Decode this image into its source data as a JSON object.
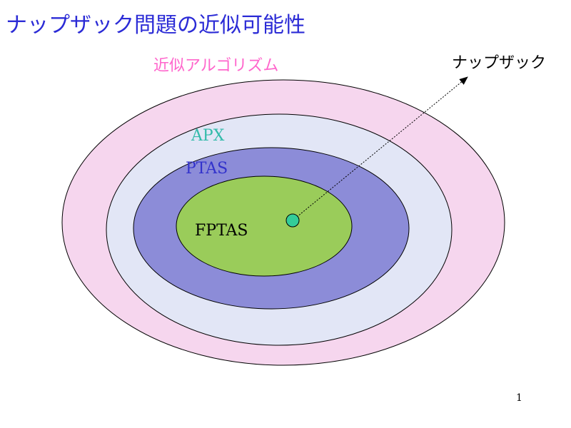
{
  "slide": {
    "title": "ナップザック問題の近似可能性",
    "page_number": "1"
  },
  "labels": {
    "approx_algorithms": "近似アルゴリズム",
    "apx": "APX",
    "ptas": "PTAS",
    "fptas": "FPTAS",
    "knapsack": "ナップザック"
  },
  "colors": {
    "title": "#2b2bd6",
    "approx_algorithms": "#ff66cc",
    "ellipse_outer": "#f6d6ee",
    "ellipse_apx": "#e2e6f6",
    "ellipse_ptas": "#8c8cd8",
    "ellipse_fptas": "#9acc5a",
    "point": "#33cc99",
    "apx_text": "#33bbaa",
    "ptas_text": "#3333cc"
  }
}
